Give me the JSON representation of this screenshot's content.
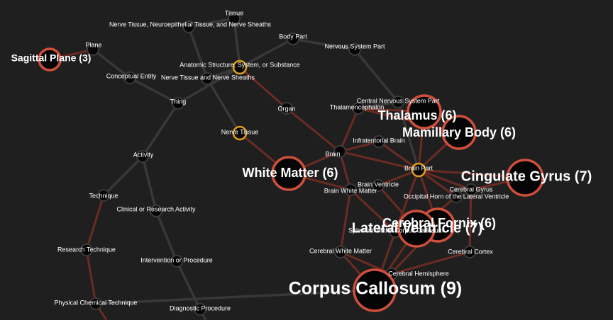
{
  "colors": {
    "background": "#1f1f1f",
    "edge_plain": "#383838",
    "edge_highlight": "#6b2b22",
    "node_fill": "#050505",
    "ring_focus": "#cf4f3c",
    "ring_intermediate": "#e0a11b",
    "ring_plain": "#3a3a3a",
    "label": "#ffffff"
  },
  "nodes": [
    {
      "id": "tissue",
      "label": "Tissue",
      "kind": "plain"
    },
    {
      "id": "nerve-tissue-neuroepithelial",
      "label": "Nerve Tissue, Neuroepithelial Tissue, and Nerve Sheaths",
      "kind": "plain"
    },
    {
      "id": "body-part",
      "label": "Body Part",
      "kind": "plain"
    },
    {
      "id": "nervous-system-part",
      "label": "Nervous System Part",
      "kind": "plain"
    },
    {
      "id": "plane",
      "label": "Plane",
      "kind": "plain"
    },
    {
      "id": "sagittal-plane",
      "label": "Sagittal Plane (3)",
      "kind": "focus",
      "size": "m"
    },
    {
      "id": "anatomic-structure",
      "label": "Anatomic Structure, System, or Substance",
      "kind": "intermediate"
    },
    {
      "id": "conceptual-entity",
      "label": "Conceptual Entity",
      "kind": "plain"
    },
    {
      "id": "nerve-tissue-sheaths",
      "label": "Nerve Tissue and Nerve Sheaths",
      "kind": "plain"
    },
    {
      "id": "thing",
      "label": "Thing",
      "kind": "plain"
    },
    {
      "id": "organ",
      "label": "Organ",
      "kind": "plain"
    },
    {
      "id": "central-nervous-system-part",
      "label": "Central Nervous System Part",
      "kind": "plain"
    },
    {
      "id": "thalamencephalon",
      "label": "Thalamencephalon",
      "kind": "plain"
    },
    {
      "id": "thalamus",
      "label": "Thalamus (6)",
      "kind": "focus",
      "size": "l"
    },
    {
      "id": "mamillary-body",
      "label": "Mamillary Body (6)",
      "kind": "focus",
      "size": "l"
    },
    {
      "id": "nerve-tissue",
      "label": "Nerve Tissue",
      "kind": "intermediate"
    },
    {
      "id": "infratentorial-brain",
      "label": "Infratentorial Brain",
      "kind": "plain"
    },
    {
      "id": "activity",
      "label": "Activity",
      "kind": "plain"
    },
    {
      "id": "brain",
      "label": "Brain",
      "kind": "plain"
    },
    {
      "id": "white-matter",
      "label": "White Matter (6)",
      "kind": "focus",
      "size": "l"
    },
    {
      "id": "brain-part",
      "label": "Brain Part",
      "kind": "intermediate"
    },
    {
      "id": "cingulate-gyrus",
      "label": "Cingulate Gyrus (7)",
      "kind": "focus",
      "size": "xl"
    },
    {
      "id": "brain-ventricle",
      "label": "Brain Ventricle",
      "kind": "plain"
    },
    {
      "id": "brain-white-matter",
      "label": "Brain White Matter",
      "kind": "plain"
    },
    {
      "id": "cerebral-gyrus",
      "label": "Cerebral Gyrus",
      "kind": "plain"
    },
    {
      "id": "occipital-horn",
      "label": "Occipital Horn of the Lateral Ventricle",
      "kind": "plain"
    },
    {
      "id": "technique",
      "label": "Technique",
      "kind": "plain"
    },
    {
      "id": "clinical-research-activity",
      "label": "Clinical or Research Activity",
      "kind": "plain"
    },
    {
      "id": "fornix",
      "label": "Cerebral Fornix (6)",
      "kind": "focus",
      "size": "l"
    },
    {
      "id": "lateral-ventricle",
      "label": "Lateral Ventricle (7)",
      "kind": "focus",
      "size": "xl"
    },
    {
      "id": "splenium",
      "label": "Splenium of the Corpus Callosum",
      "kind": "plain"
    },
    {
      "id": "research-technique",
      "label": "Research Technique",
      "kind": "plain"
    },
    {
      "id": "cerebral-white-matter",
      "label": "Cerebral White Matter",
      "kind": "plain"
    },
    {
      "id": "cerebral-cortex",
      "label": "Cerebral Cortex",
      "kind": "plain"
    },
    {
      "id": "intervention-procedure",
      "label": "Intervention or Procedure",
      "kind": "plain"
    },
    {
      "id": "cerebral-hemisphere",
      "label": "Cerebral Hemisphere",
      "kind": "plain"
    },
    {
      "id": "corpus-callosum",
      "label": "Corpus Callosum (9)",
      "kind": "focus",
      "size": "xxl"
    },
    {
      "id": "physical-chemical-technique",
      "label": "Physical Chemical Technique",
      "kind": "plain"
    },
    {
      "id": "diagnostic-procedure",
      "label": "Diagnostic Procedure",
      "kind": "plain"
    }
  ]
}
